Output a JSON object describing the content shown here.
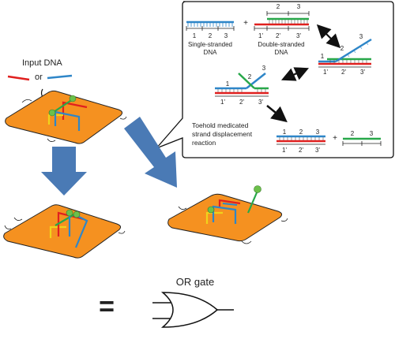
{
  "labels": {
    "input_dna": "Input DNA",
    "or": "or",
    "single_stranded_line1": "Single-stranded",
    "single_stranded_line2": "DNA",
    "double_stranded_line1": "Double-stranded",
    "double_stranded_line2": "DNA",
    "toehold_line1": "Toehold medicated",
    "toehold_line2": "strand displacement",
    "toehold_line3": "reaction",
    "plus": "+",
    "equals": "=",
    "or_gate": "OR gate"
  },
  "domains": {
    "n1": "1",
    "n2": "2",
    "n3": "3",
    "c1": "1'",
    "c2": "2'",
    "c3": "3'"
  },
  "colors": {
    "orange_pad": "#f59120",
    "arrow_blue": "#4a7ab5",
    "strand_blue": "#2e86c8",
    "strand_red": "#e0201f",
    "strand_green": "#28a84a",
    "strand_yellow": "#f0d31b",
    "ball_green": "#6cc04a"
  },
  "icons": {
    "or_gate": "or-gate-symbol",
    "arrow": "block-arrow",
    "double_arrow": "double-headed-arrow"
  }
}
